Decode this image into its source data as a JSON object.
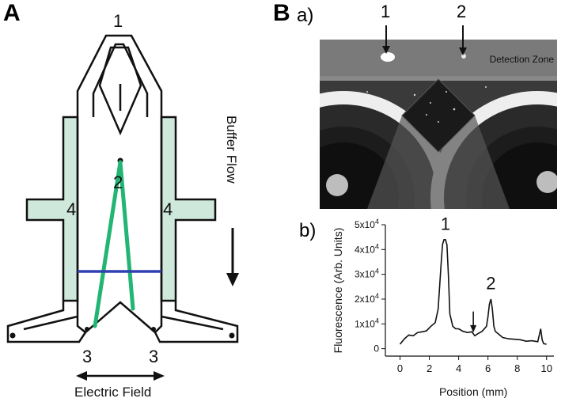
{
  "panel_a": {
    "letter": "A",
    "labels": {
      "one": "1",
      "two": "2",
      "three_left": "3",
      "three_right": "3",
      "four_left": "4",
      "four_right": "4"
    },
    "buffer_flow": "Buffer Flow",
    "electric_field": "Electric  Field",
    "colors": {
      "electrode": "#cfe8dc",
      "stream": "#22b573",
      "line": "#3040b0"
    }
  },
  "panel_b": {
    "letter": "B",
    "sub_a": "a)",
    "sub_b": "b)",
    "photo": {
      "arrow_label_1": "1",
      "arrow_label_2": "2",
      "detection_zone": "Detection Zone"
    }
  },
  "chart_data": {
    "type": "line",
    "xlabel": "Position (mm)",
    "ylabel": "Fluorescence (Arb. Units)",
    "xlim": [
      -1,
      10.5
    ],
    "ylim": [
      -3000,
      50000
    ],
    "xticks": [
      "0",
      "2",
      "4",
      "6",
      "8",
      "10"
    ],
    "yticks": [
      "0",
      "1x10^4",
      "2x10^4",
      "3x10^4",
      "4x10^4",
      "5x10^4"
    ],
    "series": [
      {
        "x": [
          0,
          0.3,
          0.6,
          0.9,
          1.2,
          1.5,
          1.8,
          2.1,
          2.4,
          2.6,
          2.8,
          2.9,
          3.0,
          3.1,
          3.2,
          3.3,
          3.4,
          3.6,
          3.8,
          4.0,
          4.3,
          4.6,
          4.9,
          5.1,
          5.3,
          5.6,
          5.9,
          6.0,
          6.1,
          6.2,
          6.3,
          6.4,
          6.5,
          6.7,
          7.0,
          7.4,
          7.8,
          8.2,
          8.6,
          9.0,
          9.4,
          9.6,
          9.7,
          9.8,
          10.0
        ],
        "y": [
          1800,
          4000,
          5500,
          5200,
          6500,
          6800,
          7200,
          9000,
          10500,
          16000,
          34000,
          42000,
          44000,
          44000,
          42000,
          30000,
          14000,
          9000,
          8000,
          8000,
          7000,
          6500,
          6800,
          5200,
          6000,
          7000,
          9000,
          13000,
          18000,
          20000,
          16000,
          9000,
          7000,
          6000,
          4500,
          4000,
          3800,
          3600,
          3000,
          3200,
          2800,
          8000,
          3500,
          2000,
          1800
        ]
      }
    ],
    "annotations": [
      {
        "text": "1",
        "x": 3.1,
        "y": 48000
      },
      {
        "text": "2",
        "x": 6.2,
        "y": 24000
      }
    ],
    "arrow_marker_x": 5.0,
    "grid": false
  }
}
